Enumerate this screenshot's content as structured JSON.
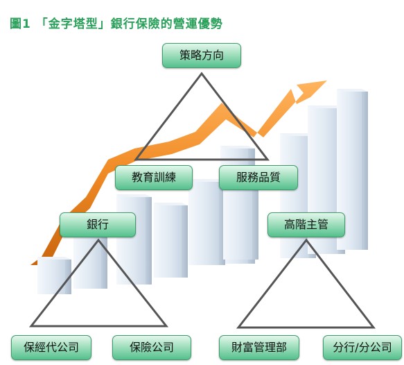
{
  "title": "圖1 「金字塔型」銀行保險的營運優勢",
  "nodes": {
    "strategy": "策略方向",
    "education": "教育訓練",
    "service": "服務品質",
    "bank": "銀行",
    "senior": "高階主管",
    "insurance_agent": "保經代公司",
    "insurance_company": "保險公司",
    "wealth": "財富管理部",
    "branch": "分行/分公司"
  },
  "colors": {
    "title": "#2aa05a",
    "node_fill": "#7fd3a8",
    "node_border": "#3f9c6a",
    "arrow": "#f08a24",
    "triangle": "#555555",
    "bars": "#dde7f2"
  },
  "background_icon": "rising-bar-chart-with-orange-arrow"
}
